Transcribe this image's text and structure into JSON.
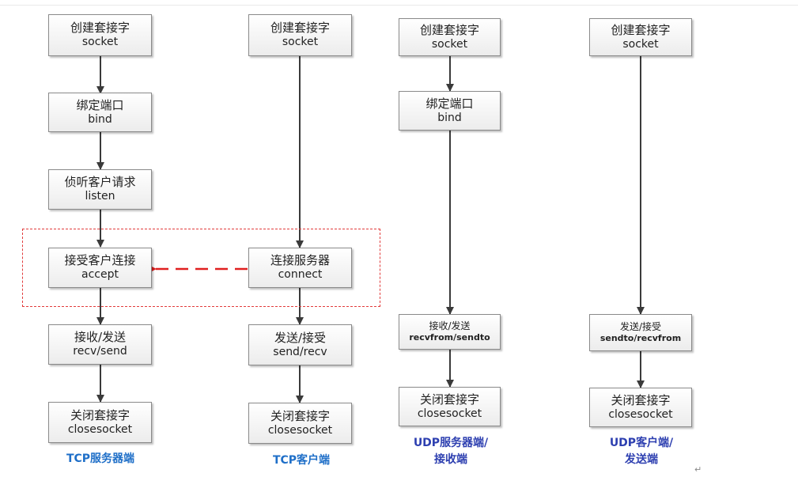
{
  "columns": [
    {
      "caption": "TCP服务器端",
      "boxes": [
        {
          "zh": "创建套接字",
          "en": "socket"
        },
        {
          "zh": "绑定端口",
          "en": "bind"
        },
        {
          "zh": "侦听客户请求",
          "en": "listen"
        },
        {
          "zh": "接受客户连接",
          "en": "accept"
        },
        {
          "zh": "接收/发送",
          "en": "recv/send"
        },
        {
          "zh": "关闭套接字",
          "en": "closesocket"
        }
      ]
    },
    {
      "caption": "TCP客户端",
      "boxes": [
        {
          "zh": "创建套接字",
          "en": "socket"
        },
        {
          "zh": "连接服务器",
          "en": "connect"
        },
        {
          "zh": "发送/接受",
          "en": "send/recv"
        },
        {
          "zh": "关闭套接字",
          "en": "closesocket"
        }
      ]
    },
    {
      "caption_line1": "UDP服务器端/",
      "caption_line2": "接收端",
      "boxes": [
        {
          "zh": "创建套接字",
          "en": "socket"
        },
        {
          "zh": "绑定端口",
          "en": "bind"
        },
        {
          "zh": "接收/发送",
          "en": "recvfrom/sendto"
        },
        {
          "zh": "关闭套接字",
          "en": "closesocket"
        }
      ]
    },
    {
      "caption_line1": "UDP客户端/",
      "caption_line2": "发送端",
      "boxes": [
        {
          "zh": "创建套接字",
          "en": "socket"
        },
        {
          "zh": "发送/接受",
          "en": "sendto/recvfrom"
        },
        {
          "zh": "关闭套接字",
          "en": "closesocket"
        }
      ]
    }
  ],
  "colors": {
    "arrow": "#3a3a3a",
    "connect_arrow": "#e02020",
    "group_border": "#e23b3b",
    "caption_tcp": "#1f6fc8",
    "caption_udp": "#2d3fb0"
  },
  "return_mark": "↵"
}
